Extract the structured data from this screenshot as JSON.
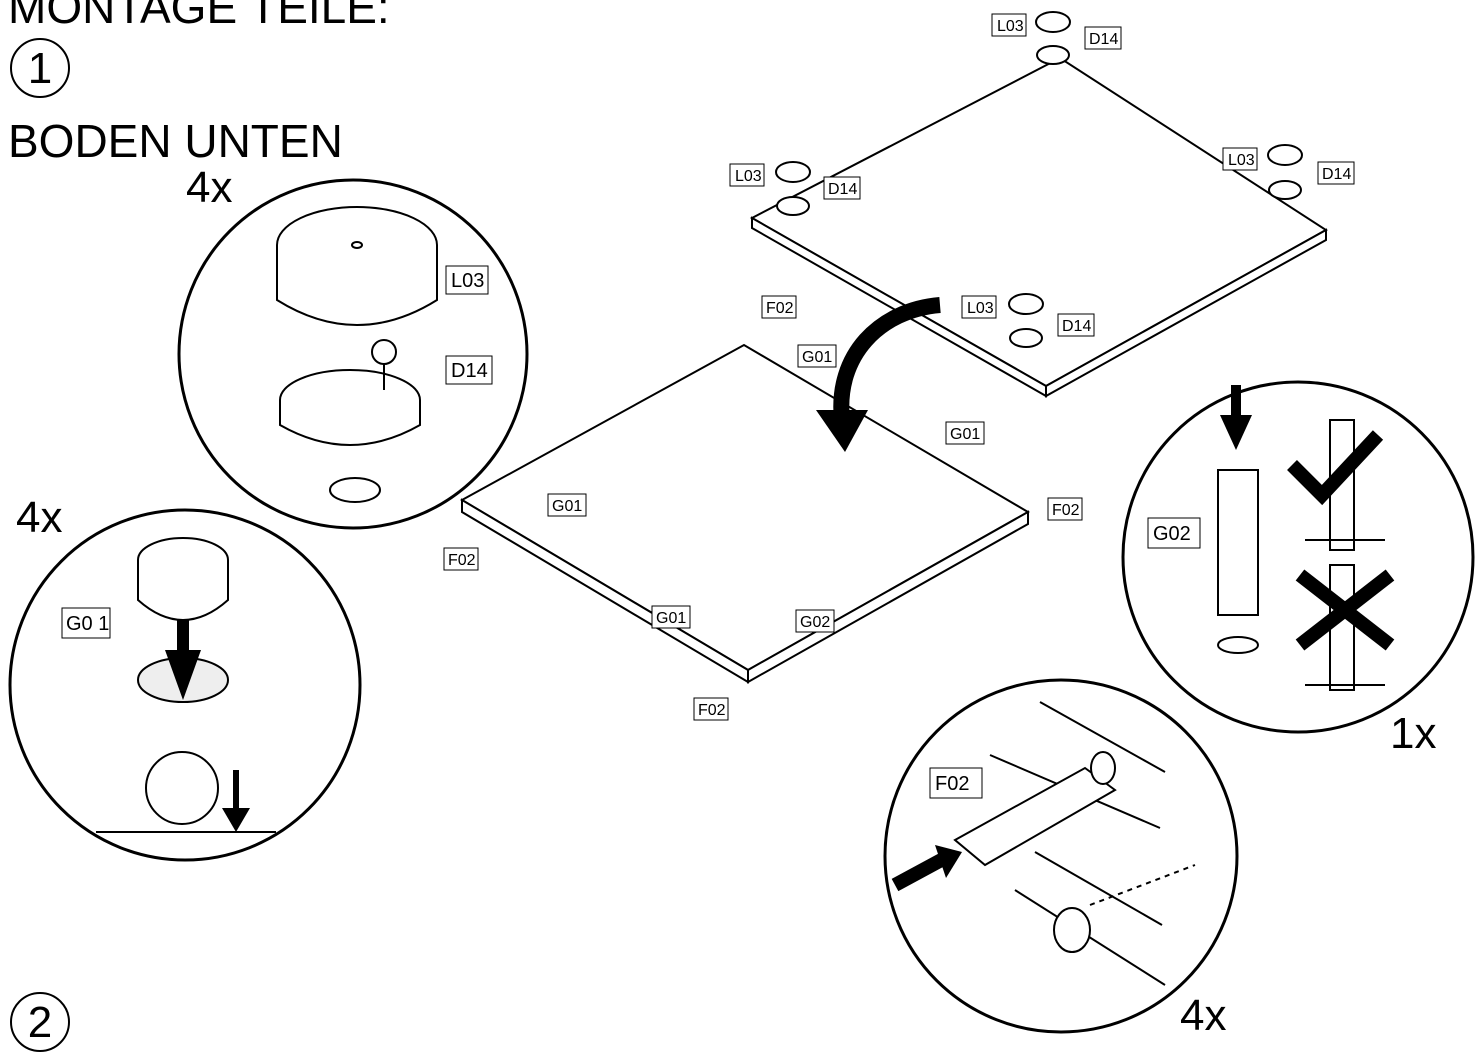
{
  "title": "MONTAGE TEILE:",
  "steps": [
    {
      "number": "1",
      "name": "BODEN UNTEN"
    },
    {
      "number": "2"
    }
  ],
  "quantities": {
    "foot_detail": "4x",
    "cam_detail": "4x",
    "pin_detail": "1x",
    "dowel_detail": "4x"
  },
  "part_labels": {
    "L03": "L03",
    "D14": "D14",
    "G01": "G01",
    "G01_spaced": "G0 1",
    "G02": "G02",
    "F02": "F02"
  },
  "icons": [
    "curved-arrow-icon",
    "down-arrow-icon",
    "check-mark-icon",
    "cross-mark-icon",
    "push-arrow-icon"
  ]
}
